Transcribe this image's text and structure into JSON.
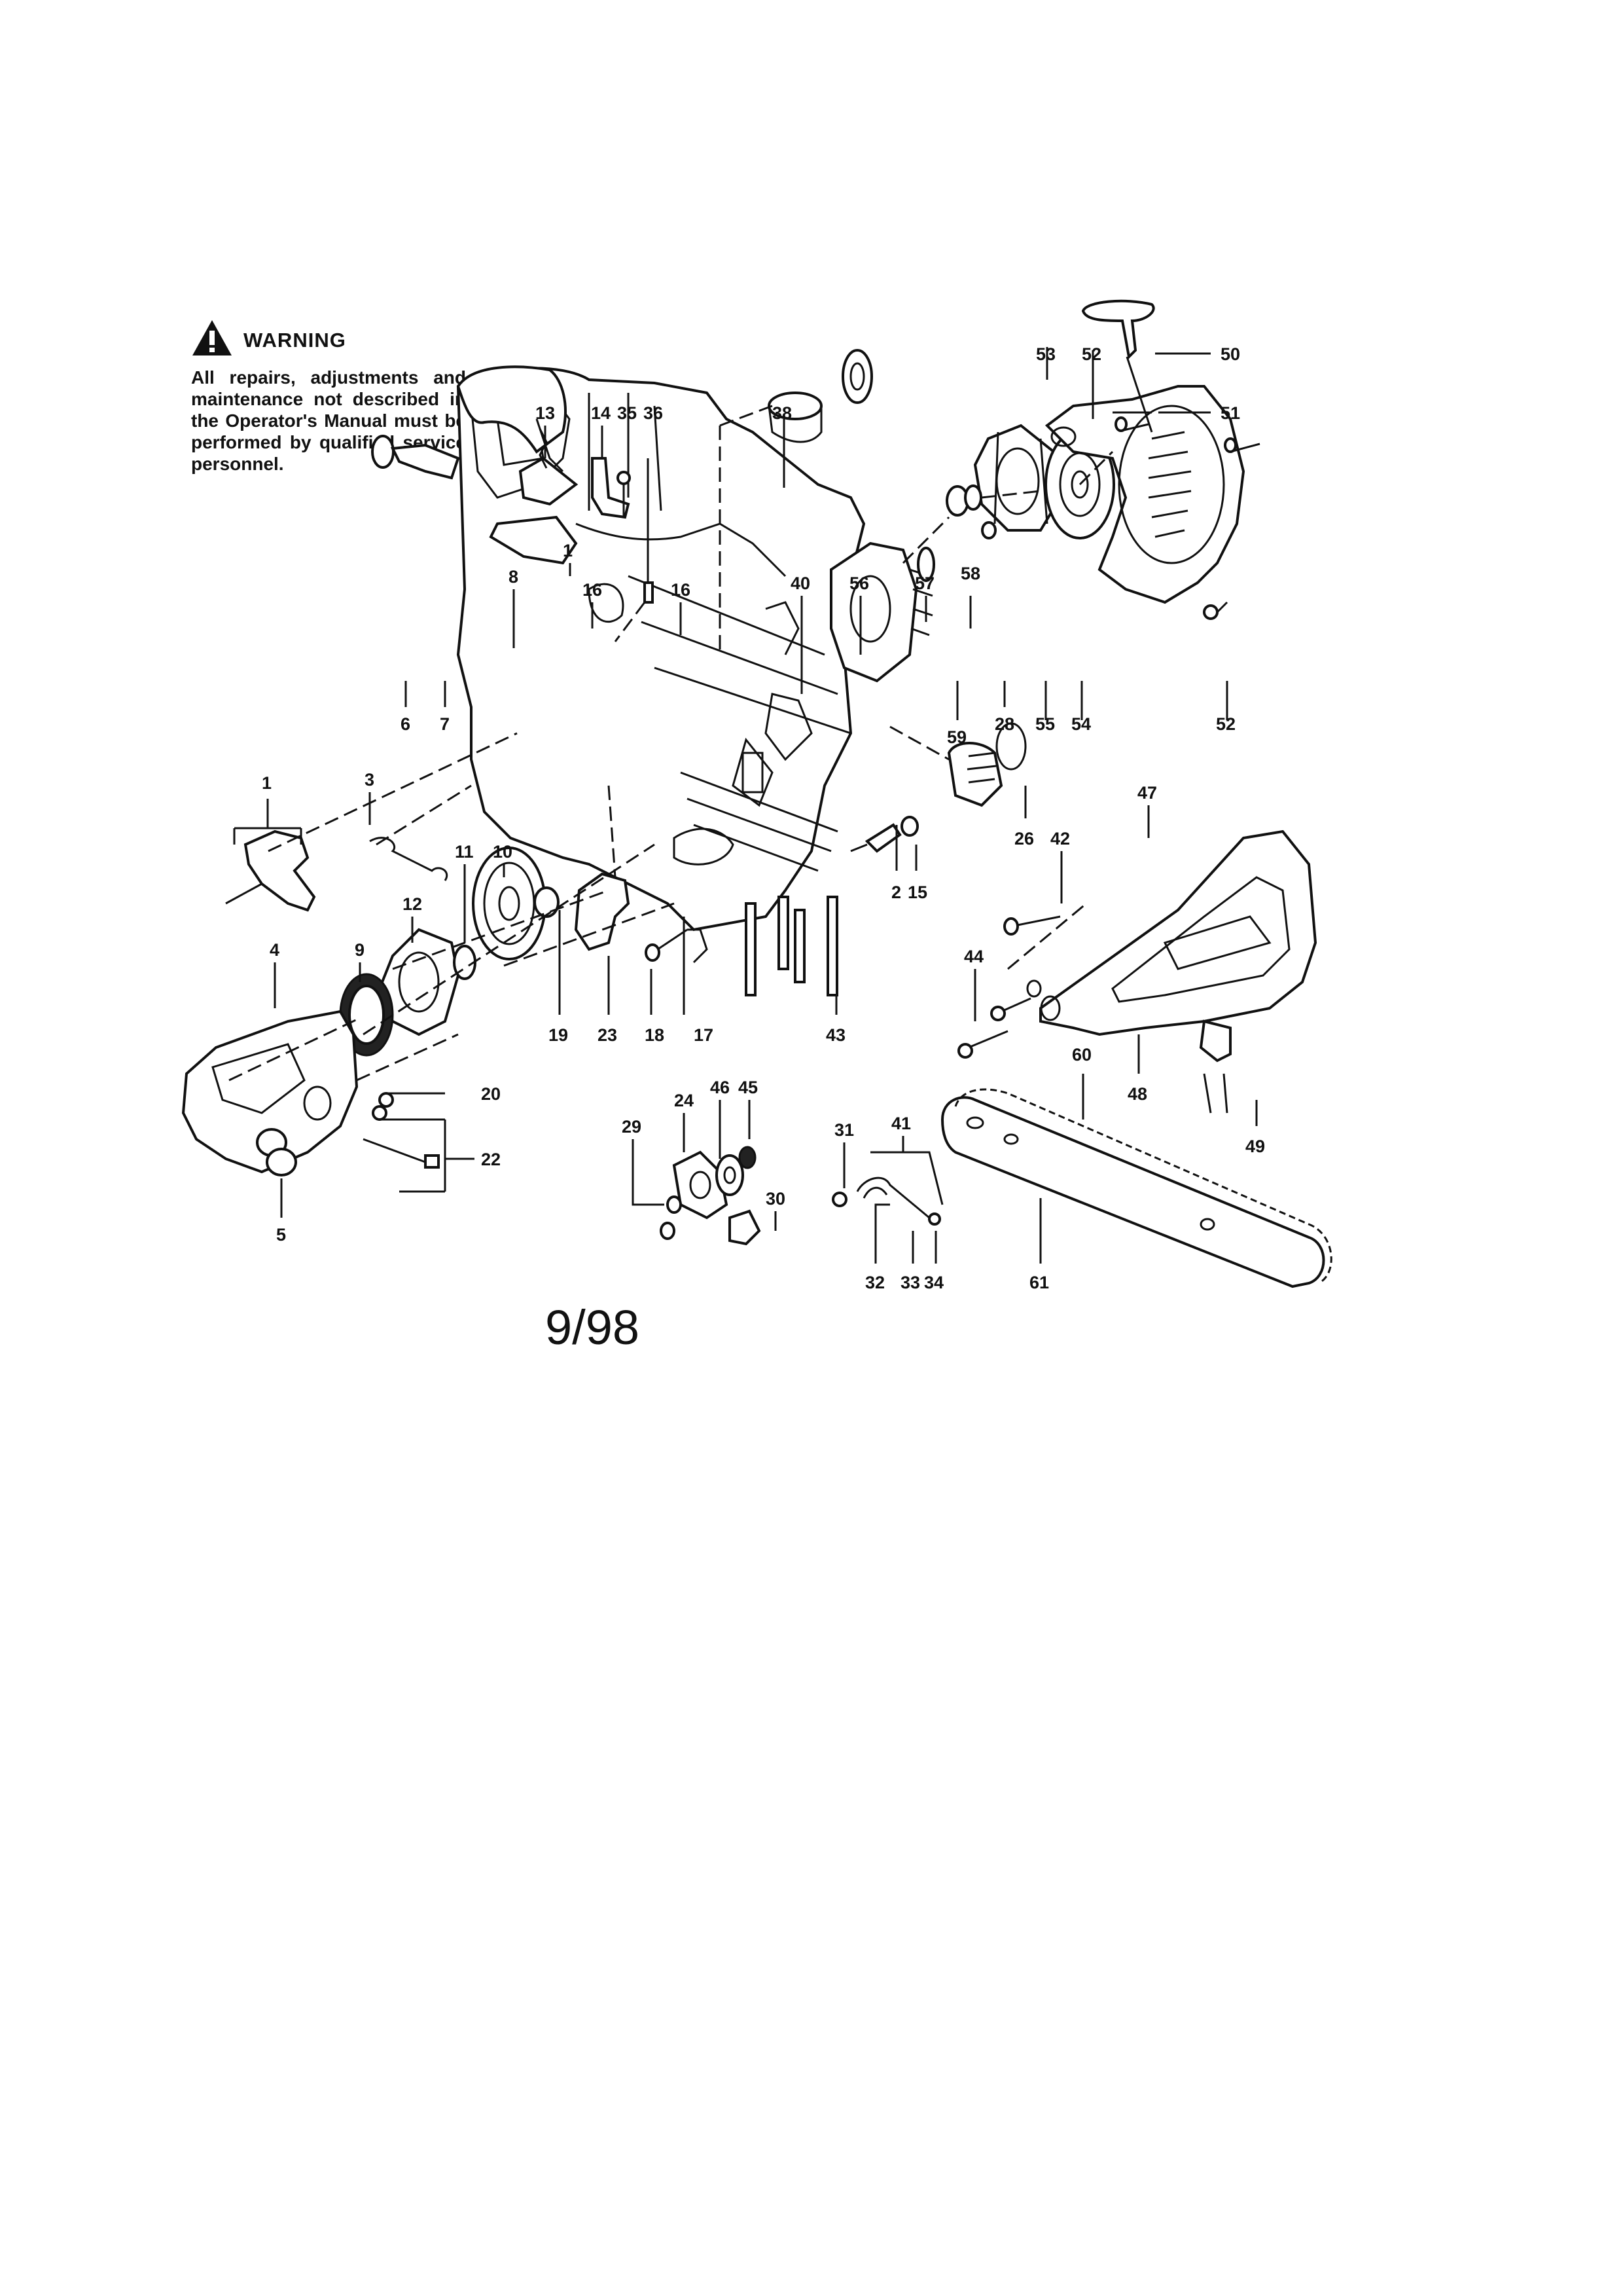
{
  "warning": {
    "title": "WARNING",
    "body": "All repairs, adjustments and maintenance not described in the Operator's Manual must be performed by qualified service personnel."
  },
  "date_code": "9/98",
  "callouts": {
    "c1a": "1",
    "c1b": "1",
    "c2": "2",
    "c3": "3",
    "c4": "4",
    "c5": "5",
    "c6": "6",
    "c7": "7",
    "c8": "8",
    "c9": "9",
    "c10": "10",
    "c11": "11",
    "c12": "12",
    "c13": "13",
    "c14": "14",
    "c15": "15",
    "c16a": "16",
    "c16b": "16",
    "c17": "17",
    "c18": "18",
    "c19": "19",
    "c20": "20",
    "c22": "22",
    "c23": "23",
    "c24": "24",
    "c26": "26",
    "c28": "28",
    "c29": "29",
    "c30": "30",
    "c31": "31",
    "c32": "32",
    "c33": "33",
    "c34": "34",
    "c35": "35",
    "c36": "36",
    "c38": "38",
    "c40": "40",
    "c41": "41",
    "c42": "42",
    "c43": "43",
    "c44": "44",
    "c45": "45",
    "c46": "46",
    "c47": "47",
    "c48": "48",
    "c49": "49",
    "c50": "50",
    "c51": "51",
    "c52a": "52",
    "c52b": "52",
    "c53": "53",
    "c54": "54",
    "c55": "55",
    "c56": "56",
    "c57": "57",
    "c58": "58",
    "c59": "59",
    "c60": "60",
    "c61": "61"
  }
}
